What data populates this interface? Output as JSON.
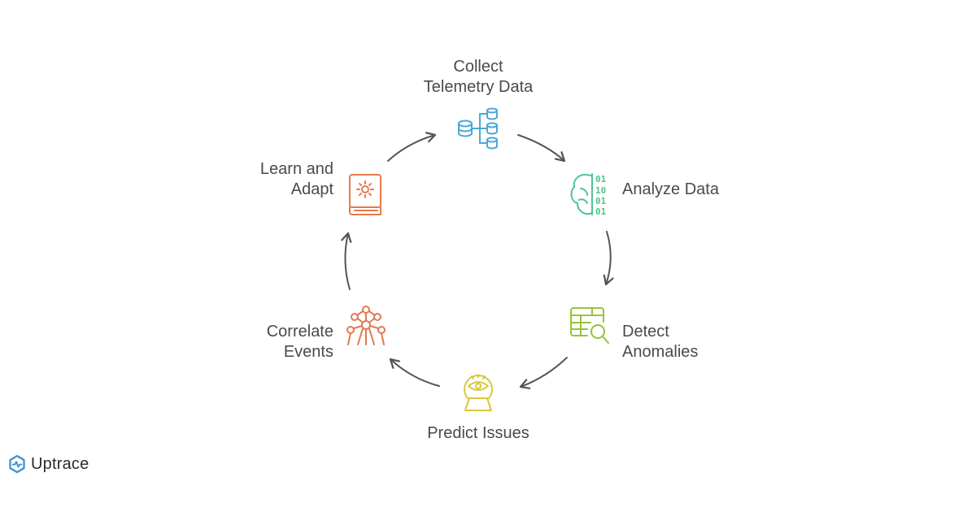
{
  "steps": [
    {
      "id": "collect",
      "lines": [
        "Collect",
        "Telemetry Data"
      ],
      "icon": "database-network-icon",
      "color": "#4aa8d8"
    },
    {
      "id": "analyze",
      "lines": [
        "Analyze Data"
      ],
      "icon": "brain-binary-icon",
      "color": "#4cc58f"
    },
    {
      "id": "detect",
      "lines": [
        "Detect",
        "Anomalies"
      ],
      "icon": "table-search-icon",
      "color": "#9ac23c"
    },
    {
      "id": "predict",
      "lines": [
        "Predict Issues"
      ],
      "icon": "crystal-ball-eye-icon",
      "color": "#d6c93a"
    },
    {
      "id": "correlate",
      "lines": [
        "Correlate",
        "Events"
      ],
      "icon": "molecule-network-icon",
      "color": "#e07a52"
    },
    {
      "id": "learn",
      "lines": [
        "Learn and",
        "Adapt"
      ],
      "icon": "gear-book-icon",
      "color": "#e8794e"
    }
  ],
  "arrow_color": "#555555",
  "logo": {
    "text": "Uptrace",
    "icon": "uptrace-logo-icon",
    "color": "#3a8fd0"
  }
}
